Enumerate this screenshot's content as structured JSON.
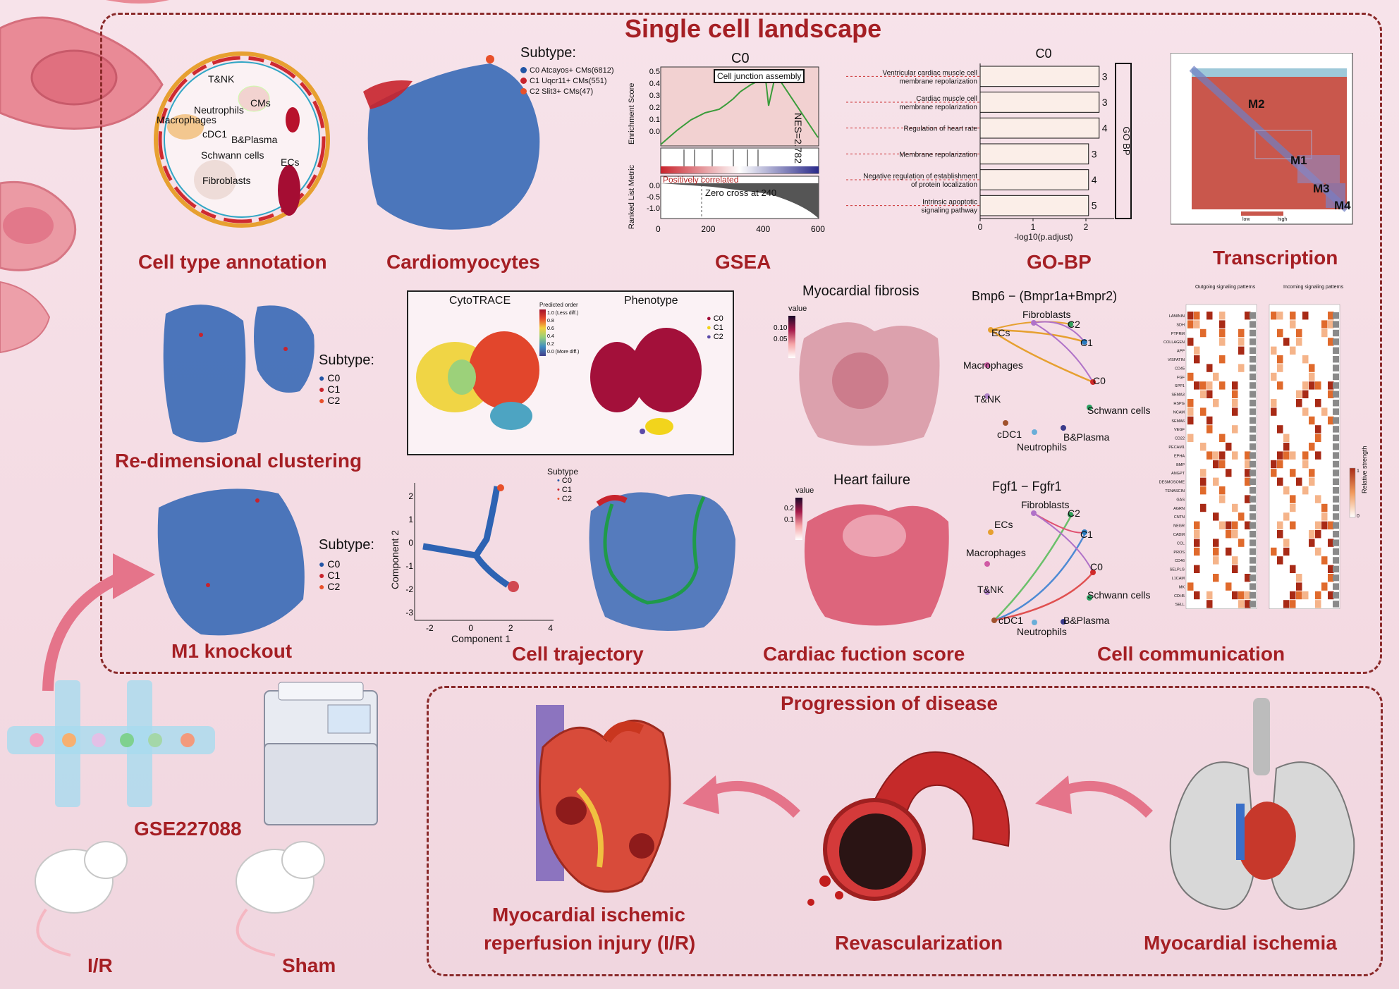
{
  "title": "Single cell landscape",
  "panel_labels": {
    "cell_type_annotation": "Cell type annotation",
    "cardiomyocytes": "Cardiomyocytes",
    "gsea": "GSEA",
    "go_bp": "GO-BP",
    "transcription": "Transcription",
    "redimensional_clustering": "Re-dimensional clustering",
    "m1_knockout": "M1 knockout",
    "cell_trajectory": "Cell trajectory",
    "cardiac_function_score": "Cardiac fuction score",
    "cell_communication": "Cell communication"
  },
  "annotation_labels": [
    "T&NK",
    "Neutrophils",
    "CMs",
    "Macrophages",
    "cDC1",
    "B&Plasma",
    "Schwann cells",
    "ECs",
    "Fibroblasts"
  ],
  "cardiomyocytes_legend": {
    "title": "Subtype:",
    "items": [
      {
        "label": "C0 Atcayos+ CMs(6812)",
        "color": "#2255a5"
      },
      {
        "label": "C1 Uqcr11+ CMs(551)",
        "color": "#c8232c"
      },
      {
        "label": "C2 Slit3+ CMs(47)",
        "color": "#e8502a"
      }
    ]
  },
  "gsea": {
    "title": "C0",
    "term": "Cell junction assembly",
    "nes": "NES=2.782",
    "y_label_top": "Enrichment Score",
    "y_label_bottom": "Ranked List Metric",
    "positively": "Positively correlated",
    "zero_cross": "Zero cross at 240",
    "top_ticks": [
      "0.5",
      "0.4",
      "0.3",
      "0.2",
      "0.1",
      "0.0"
    ],
    "bottom_ticks": [
      "0.0",
      "-0.5",
      "-1.0"
    ],
    "x_ticks": [
      "0",
      "200",
      "400",
      "600"
    ]
  },
  "gobp_chart": {
    "chart_data": {
      "type": "bar",
      "title": "C0",
      "xlabel": "-log10(p.adjust)",
      "side_label": "GO BP",
      "categories": [
        "Ventricular cardiac muscle cell membrane repolarization",
        "Cardiac muscle cell membrane repolarization",
        "Regulation of heart rate",
        "Membrane repolarization",
        "Negative regulation of establishment of protein localization",
        "Intrinsic apoptotic signaling pathway"
      ],
      "category_lines": [
        [
          "Ventricular cardiac muscle cell",
          "membrane repolarization"
        ],
        [
          "Cardiac muscle cell",
          "membrane repolarization"
        ],
        [
          "Regulation of heart rate"
        ],
        [
          "Membrane repolarization"
        ],
        [
          "Negative regulation of establishment",
          "of protein localization"
        ],
        [
          "Intrinsic apoptotic",
          "signaling pathway"
        ]
      ],
      "values": [
        2.25,
        2.25,
        2.25,
        2.05,
        2.05,
        2.05
      ],
      "counts": [
        "3",
        "3",
        "4",
        "3",
        "4",
        "5"
      ],
      "x_ticks": [
        "0",
        "1",
        "2"
      ],
      "xlim": [
        0,
        2.4
      ]
    }
  },
  "transcription": {
    "modules": [
      "M2",
      "M1",
      "M3",
      "M4"
    ],
    "legend": [
      "low",
      "high"
    ]
  },
  "redim_legend": {
    "title": "Subtype:",
    "items": [
      "C0",
      "C1",
      "C2"
    ]
  },
  "m1_legend": {
    "title": "Subtype:",
    "items": [
      "C0",
      "C1",
      "C2"
    ]
  },
  "cytotrace": {
    "title_left": "CytoTRACE",
    "title_right": "Phenotype",
    "legend_title": "Predicted order",
    "legend_ticks": [
      "1.0 (Less diff.)",
      "0.8",
      "0.6",
      "0.4",
      "0.2",
      "0.0 (More diff.)"
    ],
    "phenotype_items": [
      {
        "label": "C0",
        "color": "#a3103a"
      },
      {
        "label": "C1",
        "color": "#f2d41c"
      },
      {
        "label": "C2",
        "color": "#5b4aa8"
      }
    ]
  },
  "trajectory": {
    "x_label": "Component 1",
    "y_label": "Component 2",
    "legend_title": "Subtype",
    "legend_items": [
      "C0",
      "C1",
      "C2"
    ],
    "x_ticks": [
      "-2",
      "0",
      "2",
      "4"
    ],
    "y_ticks": [
      "2",
      "1",
      "0",
      "-1",
      "-2",
      "-3"
    ]
  },
  "fibrosis": {
    "title": "Myocardial fibrosis",
    "legend_title": "value",
    "ticks": [
      "0.10",
      "0.05"
    ]
  },
  "heart_failure": {
    "title": "Heart failure",
    "legend_title": "value",
    "ticks": [
      "0.2",
      "0.1"
    ]
  },
  "bmp6": {
    "title": "Bmp6  − (Bmpr1a+Bmpr2)",
    "nodes": [
      "Fibroblasts",
      "C2",
      "ECs",
      "C1",
      "Macrophages",
      "C0",
      "T&NK",
      "Schwann cells",
      "cDC1",
      "B&Plasma",
      "Neutrophils"
    ]
  },
  "fgf1": {
    "title": "Fgf1  − Fgfr1",
    "nodes": [
      "Fibroblasts",
      "C2",
      "ECs",
      "C1",
      "Macrophages",
      "C0",
      "T&NK",
      "Schwann cells",
      "cDC1",
      "B&Plasma",
      "Neutrophils"
    ]
  },
  "heatmap": {
    "outgoing_title": "Outgoing signaling patterns",
    "incoming_title": "Incoming signaling patterns",
    "legend_title": "Relative strength",
    "legend_ticks": [
      "1",
      "0"
    ],
    "rows": [
      "LAMININ",
      "SDH",
      "PTPRM",
      "COLLAGEN",
      "APP",
      "VISFATIN",
      "CD45",
      "FGF",
      "SPP1",
      "SEMA3",
      "HSPG",
      "NCAM",
      "SEMA6",
      "VEGF",
      "CD22",
      "PECAM1",
      "EPHA",
      "BMP",
      "ANGPT",
      "DESMOSOME",
      "TENASCIN",
      "GAS",
      "AGRN",
      "CNTN",
      "NEGR",
      "CADM",
      "CCL",
      "PROS",
      "CD46",
      "SELPLG",
      "L1CAM",
      "MK",
      "CDH5",
      "SELL"
    ]
  },
  "progression": {
    "title": "Progression of disease",
    "labels": {
      "ischemia": "Myocardial ischemia",
      "revasc": "Revascularization",
      "ir_line1": "Myocardial ischemic",
      "ir_line2": "reperfusion injury (I/R)"
    }
  },
  "dataset": {
    "gse": "GSE227088",
    "ir": "I/R",
    "sham": "Sham"
  },
  "colors": {
    "accent_red": "#a51f24",
    "c0_blue": "#2255a5",
    "c1_red": "#c8232c",
    "c2_orange": "#e8502a",
    "bg_pink": "#f6e1e8"
  }
}
